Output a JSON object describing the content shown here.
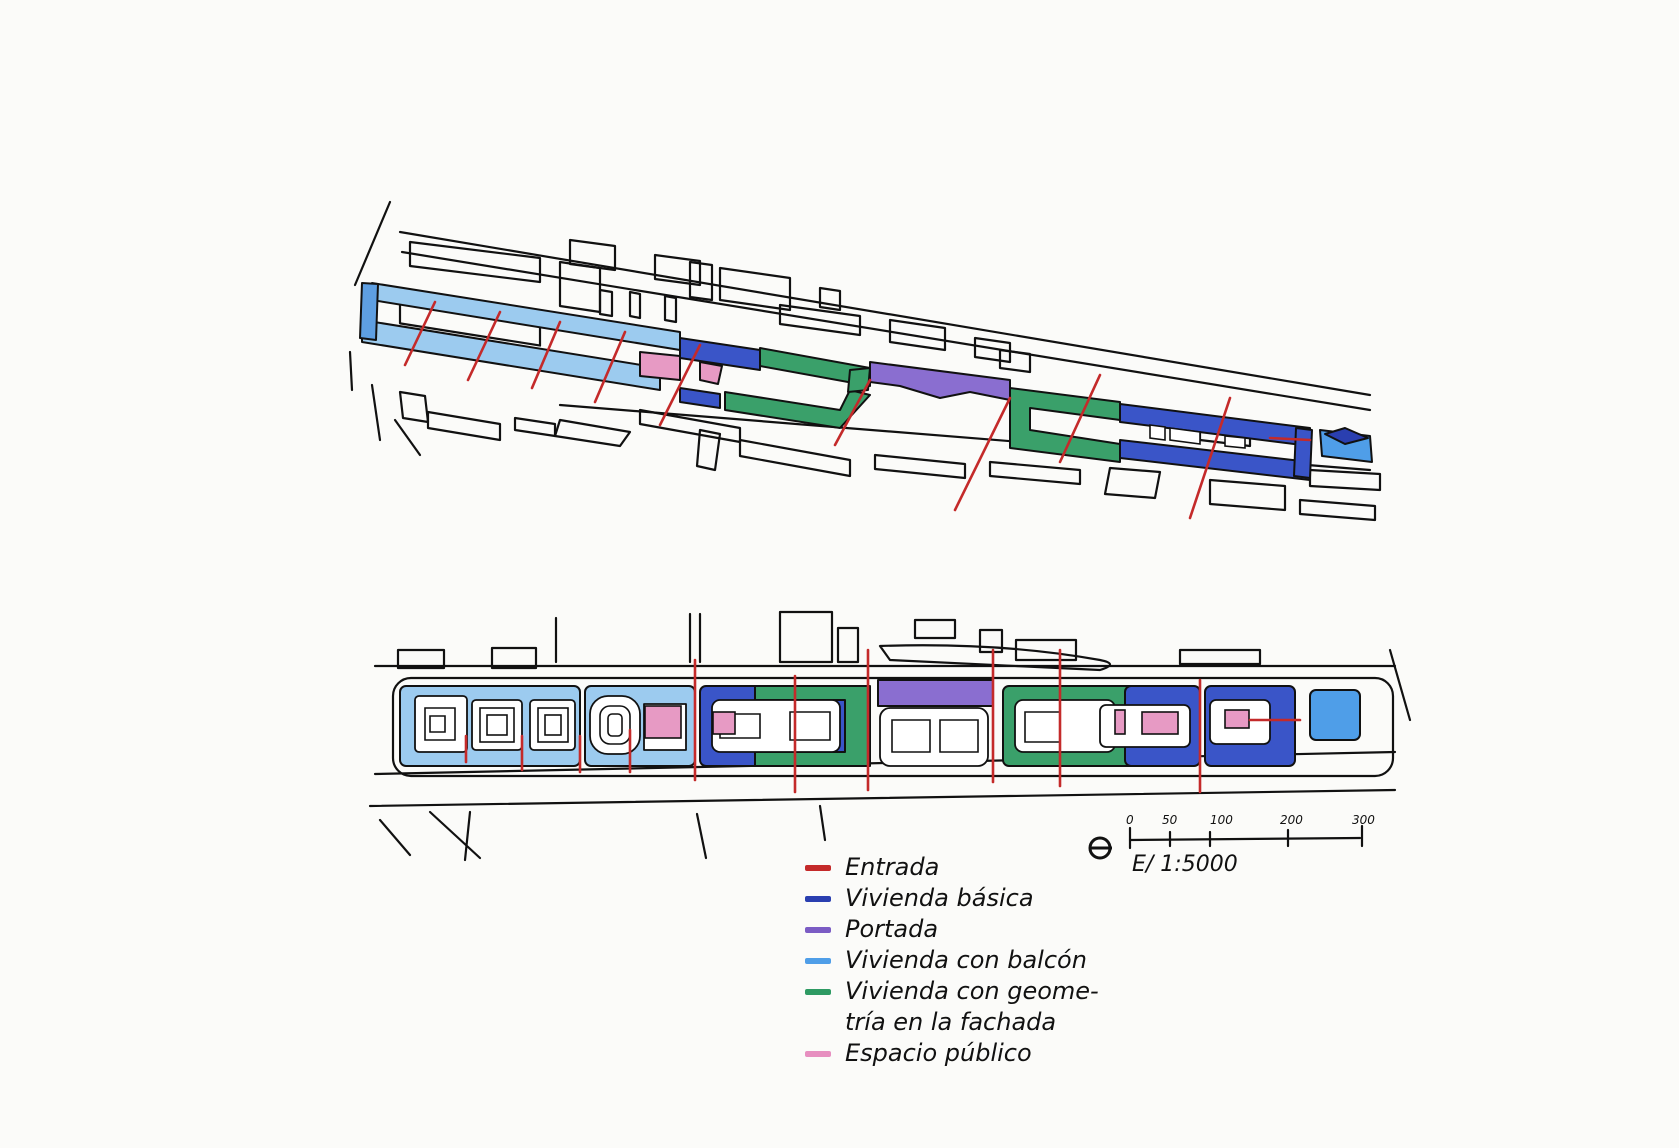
{
  "legend": {
    "items": [
      {
        "label": "Entrada",
        "color": "#c42a2a"
      },
      {
        "label": "Vivienda básica",
        "color": "#2a3fb0"
      },
      {
        "label": "Portada",
        "color": "#7b5cc4"
      },
      {
        "label": "Vivienda con balcón",
        "color": "#4f9ee8"
      },
      {
        "label": "Vivienda con geome-",
        "label_line2": "tría en la fachada",
        "color": "#2e9a63"
      },
      {
        "label": "Espacio público",
        "color": "#e78fc0"
      }
    ]
  },
  "scale_bar": {
    "title": "E/ 1:5000",
    "ticks": [
      "0",
      "50",
      "100",
      "200",
      "300"
    ]
  },
  "colors": {
    "entrada": "#c42a2a",
    "vivienda_basica": "#2a3fb0",
    "portada": "#7b5cc4",
    "vivienda_balcon": "#8ec6ef",
    "vivienda_geometria": "#3aa06a",
    "espacio_publico": "#e79ac4",
    "ink": "#111111"
  }
}
